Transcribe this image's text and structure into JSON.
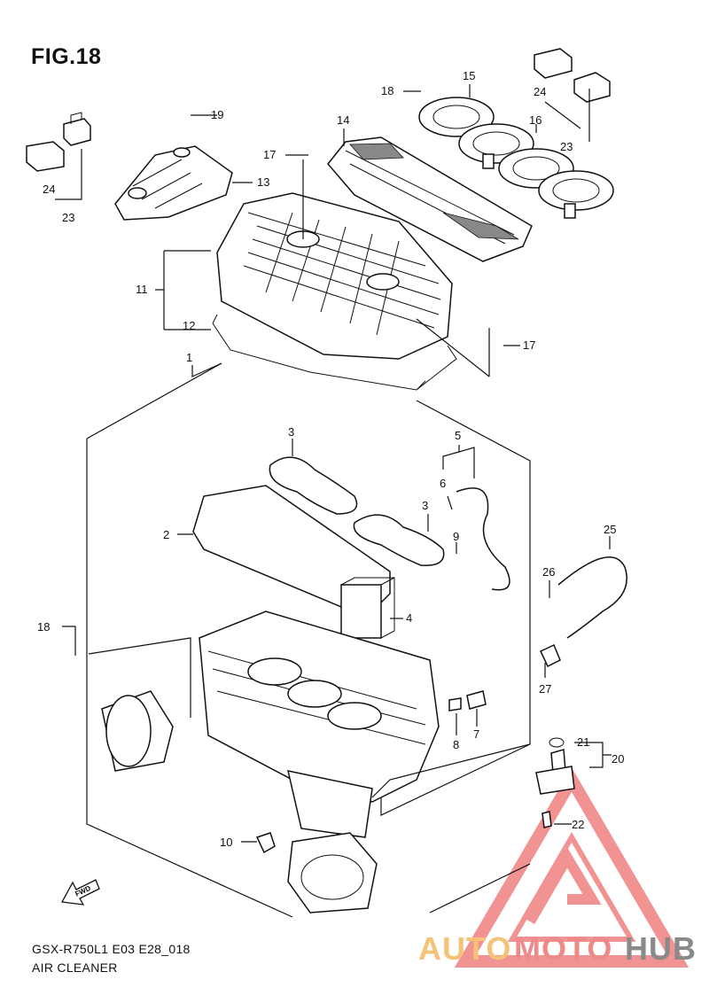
{
  "figure": {
    "title": "FIG.18",
    "model_code": "GSX-R750L1  E03  E28_018",
    "part_group": "AIR CLEANER",
    "fwd_label": "FWD"
  },
  "callouts": {
    "c1": "1",
    "c2": "2",
    "c3a": "3",
    "c3b": "3",
    "c4": "4",
    "c5": "5",
    "c6": "6",
    "c7": "7",
    "c8": "8",
    "c9": "9",
    "c10": "10",
    "c11": "11",
    "c12": "12",
    "c13": "13",
    "c14": "14",
    "c15": "15",
    "c16": "16",
    "c17a": "17",
    "c17b": "17",
    "c18a": "18",
    "c18b": "18",
    "c19": "19",
    "c20": "20",
    "c21": "21",
    "c22": "22",
    "c23a": "23",
    "c23b": "23",
    "c24a": "24",
    "c24b": "24",
    "c25": "25",
    "c26": "26",
    "c27": "27"
  },
  "watermark": {
    "part1": "AUTO",
    "part2": "MOTO",
    "part3": "HUB",
    "color_auto": "#f5c27a",
    "color_moto": "#f08a8a",
    "color_hub": "#8a8a8a",
    "logo_color": "#ee6f6f"
  }
}
